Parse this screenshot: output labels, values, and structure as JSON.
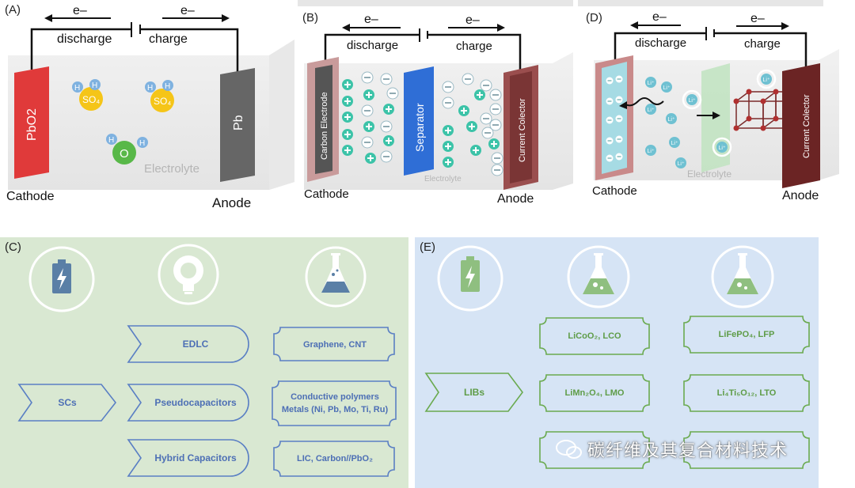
{
  "panel_a": {
    "label": "(A)",
    "electron": "e–",
    "discharge": "discharge",
    "charge": "charge",
    "cathode_electrode": "PbO2",
    "anode_electrode": "Pb",
    "ion_so4": "SO₄",
    "ion_h": "H",
    "ion_o": "O",
    "electrolyte": "Electrolyte",
    "cathode": "Cathode",
    "anode": "Anode"
  },
  "panel_b": {
    "label": "(B)",
    "electron": "e–",
    "discharge": "discharge",
    "charge": "charge",
    "carbon_electrode": "Carbon Electrode",
    "separator": "Separator",
    "current_collector": "Current Colector",
    "electrolyte": "Electrolyte",
    "cathode": "Cathode",
    "anode": "Anode"
  },
  "panel_d": {
    "label": "(D)",
    "electron": "e–",
    "discharge": "discharge",
    "charge": "charge",
    "current_collector": "Current Colector",
    "electrolyte": "Electrolyte",
    "ion": "Li⁺",
    "cathode": "Cathode",
    "anode": "Anode"
  },
  "panel_c": {
    "label": "(C)",
    "icons": [
      "battery-icon",
      "lightbulb-icon",
      "flask-icon"
    ],
    "root": "SCs",
    "categories": [
      "EDLC",
      "Pseudocapacitors",
      "Hybrid Capacitors"
    ],
    "materials": [
      "Graphene, CNT",
      "Conductive polymers\nMetals (Ni, Pb, Mo, Ti, Ru)",
      "LIC, Carbon//PbO₂"
    ]
  },
  "panel_e": {
    "label": "(E)",
    "icons": [
      "battery-icon",
      "flask-icon",
      "flask-icon"
    ],
    "root": "LIBs",
    "col1": [
      "LiCoO₂, LCO",
      "LiMn₂O₄, LMO",
      ""
    ],
    "col2": [
      "LiFePO₄, LFP",
      "Li₄Ti₅O₁₂, LTO",
      ""
    ]
  },
  "watermark": "碳纤维及其复合材料技术",
  "colors": {
    "green_panel": "#d9e8d2",
    "blue_panel": "#d6e4f5",
    "c_outline": "#5a7fc4",
    "e_outline": "#6aaa4f",
    "pbo2": "#e03a3a",
    "pb": "#666666",
    "so4": "#f5c518",
    "h": "#7fb2e0",
    "o": "#58b848"
  }
}
